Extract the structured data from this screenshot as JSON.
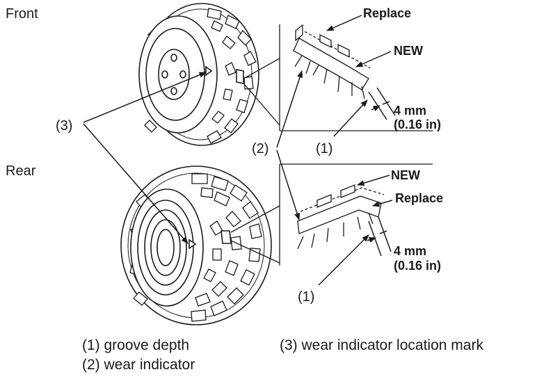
{
  "sections": {
    "front": "Front",
    "rear": "Rear"
  },
  "callouts": {
    "replace": "Replace",
    "new": "NEW",
    "groove_1": "(1)",
    "wear_2": "(2)",
    "mark_3": "(3)",
    "depth_mm": "4 mm",
    "depth_in": "(0.16 in)"
  },
  "legend": {
    "item1": "(1) groove depth",
    "item2": "(2) wear indicator",
    "item3": "(3) wear indicator location mark"
  }
}
